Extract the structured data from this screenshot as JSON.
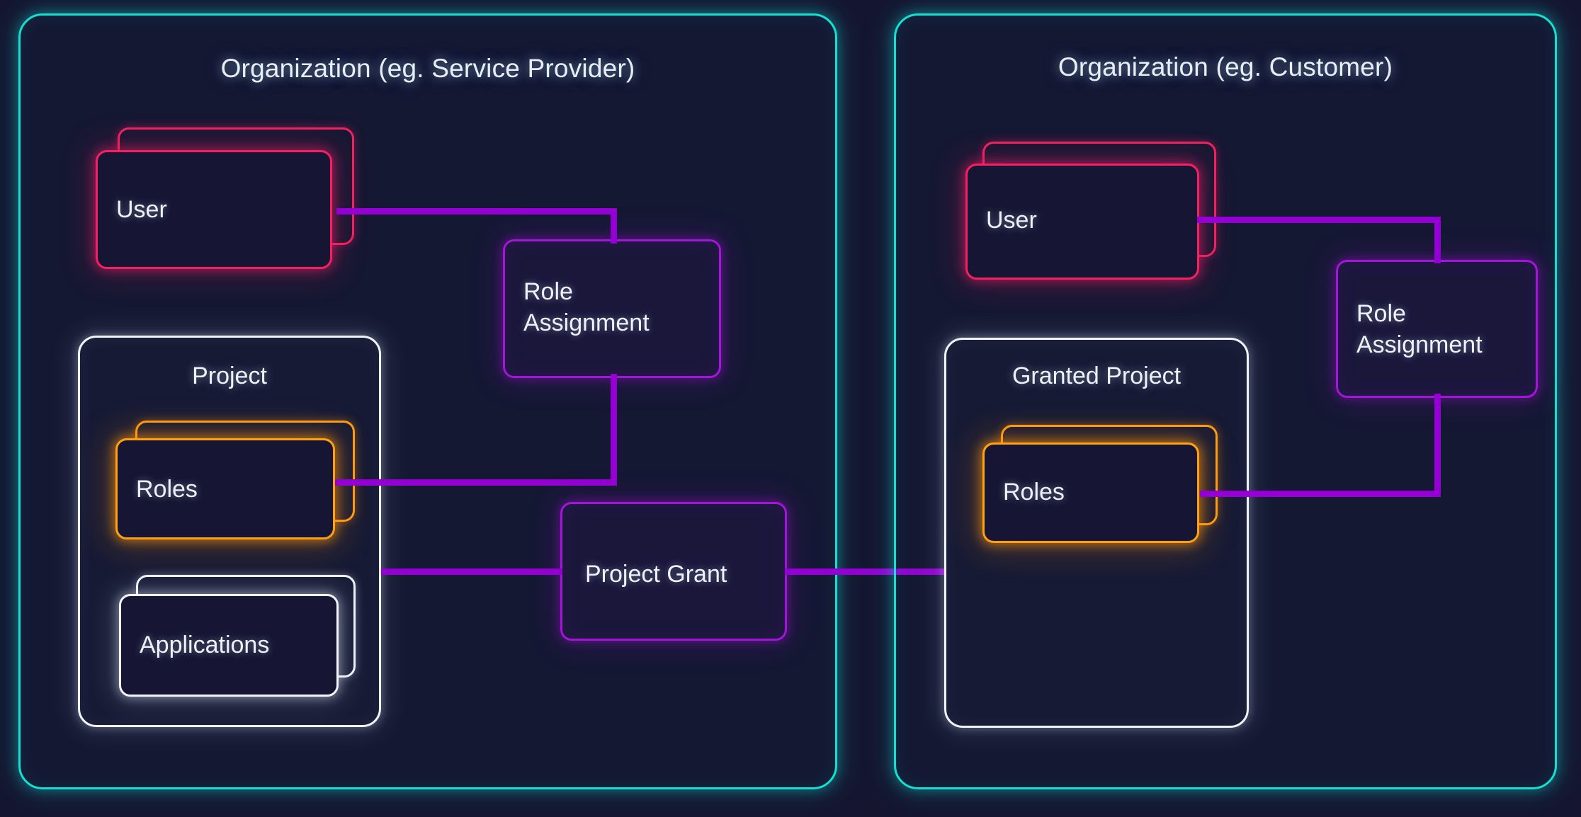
{
  "diagram": {
    "title_left": "Organization (eg. Service Provider)",
    "title_right": "Organization (eg. Customer)"
  },
  "colors": {
    "background": "#151530",
    "organization_border": "#13e0d2",
    "user_border": "#f51f63",
    "roles_border": "#ff9f12",
    "applications_border": "#f3f5fa",
    "project_border": "#f1f4fa",
    "purple_node": "#a315d8",
    "connector": "#9400d3",
    "label_text": "#edf1f7"
  },
  "left_org": {
    "title": "Organization (eg. Service Provider)",
    "user": {
      "label": "User"
    },
    "project": {
      "title": "Project",
      "roles": {
        "label": "Roles"
      },
      "applications": {
        "label": "Applications"
      }
    },
    "role_assignment": {
      "label": "Role\nAssignment"
    }
  },
  "right_org": {
    "title": "Organization (eg. Customer)",
    "user": {
      "label": "User"
    },
    "granted_project": {
      "title": "Granted Project",
      "roles": {
        "label": "Roles"
      }
    },
    "role_assignment": {
      "label": "Role\nAssignment"
    }
  },
  "center": {
    "project_grant": {
      "label": "Project Grant"
    }
  },
  "connections": [
    {
      "from": "left-user",
      "to": "left-role-assignment"
    },
    {
      "from": "left-role-assignment",
      "to": "left-roles"
    },
    {
      "from": "left-project",
      "to": "project-grant"
    },
    {
      "from": "project-grant",
      "to": "granted-project"
    },
    {
      "from": "right-user",
      "to": "right-role-assignment"
    },
    {
      "from": "right-role-assignment",
      "to": "right-roles"
    }
  ]
}
